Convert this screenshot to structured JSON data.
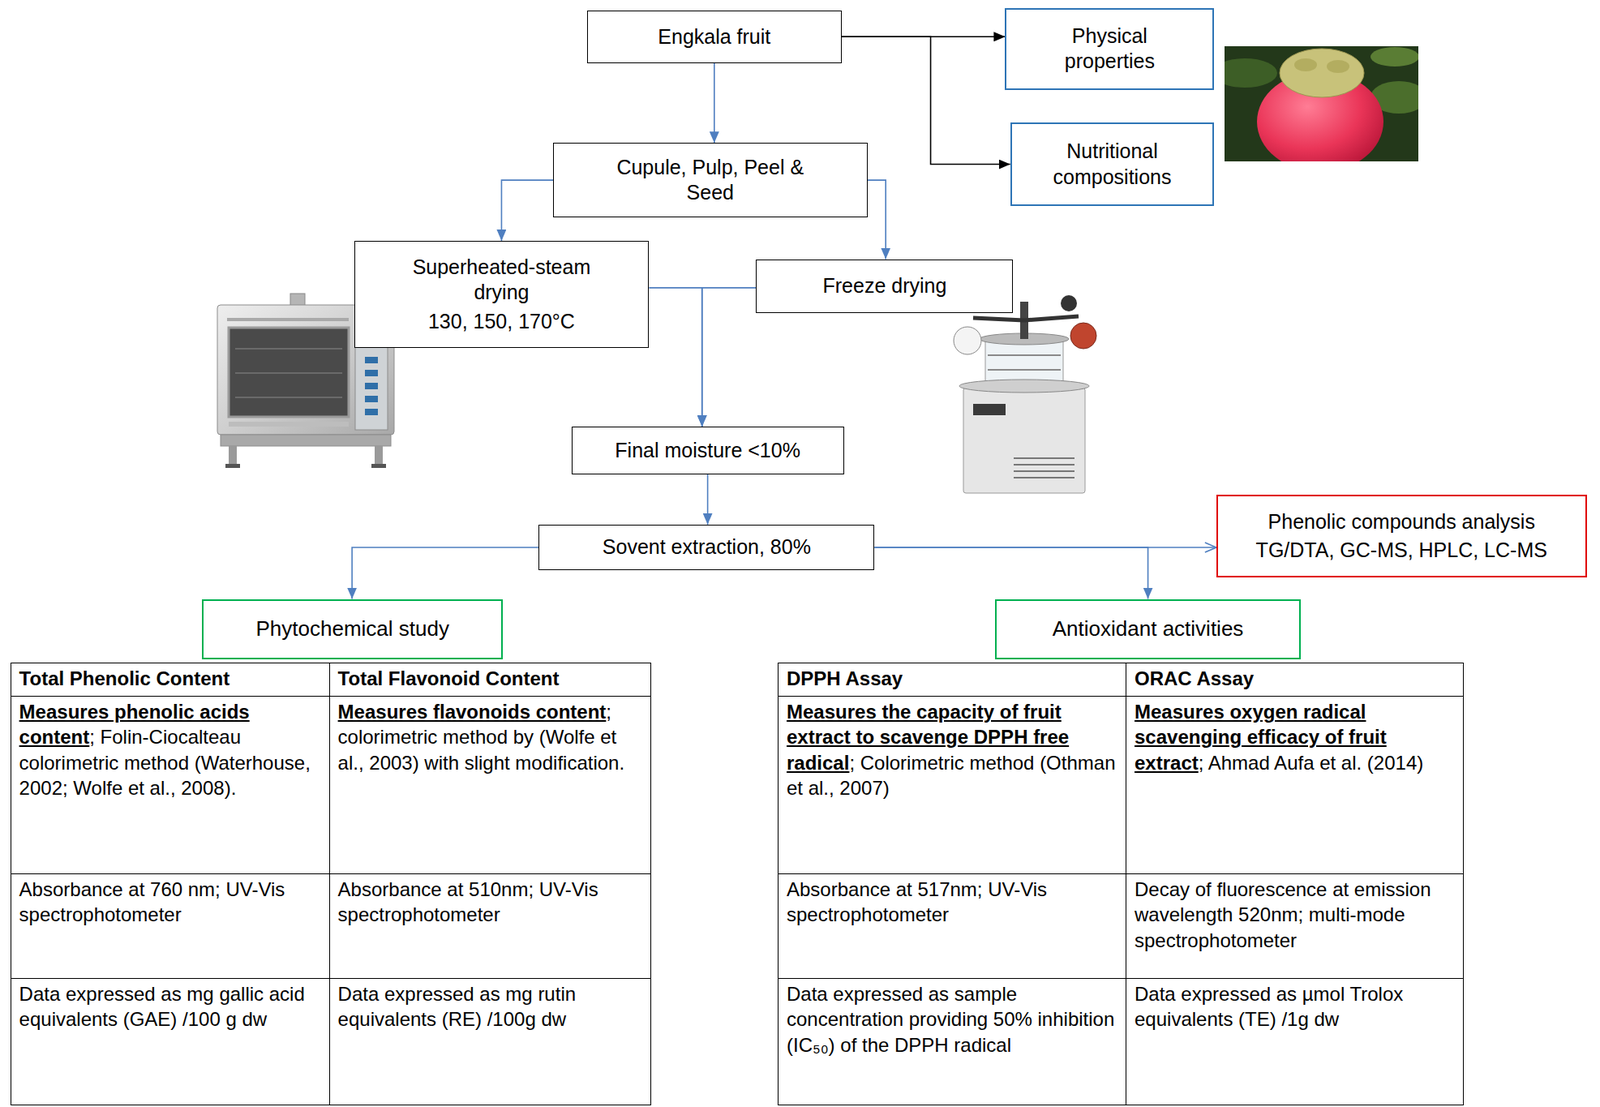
{
  "diagram": {
    "nodes": [
      {
        "text": [
          "Engkala fruit"
        ]
      },
      {
        "text": [
          "Physical properties"
        ]
      },
      {
        "text": [
          "Nutritional compositions"
        ]
      },
      {
        "text": [
          "Cupule, Pulp, Peel & Seed"
        ]
      },
      {
        "text": [
          "Superheated-steam drying",
          "130, 150, 170°C"
        ]
      },
      {
        "text": [
          "Freeze drying"
        ]
      },
      {
        "text": [
          "Final moisture <10%"
        ]
      },
      {
        "text": [
          "Sovent extraction, 80%"
        ]
      },
      {
        "text": [
          "Phenolic compounds analysis",
          "TG/DTA, GC-MS, HPLC, LC-MS"
        ]
      },
      {
        "text": [
          "Phytochemical study"
        ]
      },
      {
        "text": [
          "Antioxidant activities"
        ]
      }
    ],
    "edges": [
      {
        "from": 0,
        "to": 1,
        "arrow": "to"
      },
      {
        "from": 0,
        "to": 2,
        "arrow": "to"
      },
      {
        "from": 0,
        "to": 3,
        "arrow": "to"
      },
      {
        "from": 3,
        "to": 4,
        "arrow": "to"
      },
      {
        "from": 3,
        "to": 5,
        "arrow": "to"
      },
      {
        "from": 4,
        "to": 6,
        "arrow": "to"
      },
      {
        "from": 5,
        "to": 6,
        "arrow": "to"
      },
      {
        "from": 6,
        "to": 7,
        "arrow": "to"
      },
      {
        "from": 7,
        "to": 9,
        "arrow": "to"
      },
      {
        "from": 7,
        "to": 10,
        "arrow": "to"
      },
      {
        "from": 7,
        "to": 8,
        "arrow": "to"
      }
    ],
    "labels": [
      "Total Phenolic Content",
      "Total Flavonoid Content",
      "Measures phenolic acids content",
      "; Folin-Ciocalteau colorimetric method (Waterhouse, 2002; Wolfe et al., 2008).",
      "Measures flavonoids content",
      "; colorimetric method by (Wolfe et al., 2003) with slight modification.",
      "Absorbance at 760 nm; UV-Vis spectrophotometer",
      "Absorbance at 510nm; UV-Vis spectrophotometer",
      "Data expressed as mg gallic acid equivalents (GAE) /100 g dw",
      "Data expressed as mg rutin equivalents (RE) /100g dw",
      "DPPH Assay",
      "ORAC Assay",
      "Measures the capacity of fruit extract to scavenge DPPH free radical",
      "; Colorimetric method (Othman et al., 2007)",
      "Measures oxygen radical scavenging efficacy of fruit extract",
      "; Ahmad Aufa et al. (2014)",
      "Absorbance at 517nm; UV-Vis spectrophotometer",
      "Decay of fluorescence at emission wavelength 520nm; multi-mode spectrophotometer",
      "Data expressed as sample concentration providing 50% inhibition (IC₅₀) of the DPPH radical",
      "Data expressed as µmol Trolox equivalents (TE) /1g dw"
    ]
  }
}
